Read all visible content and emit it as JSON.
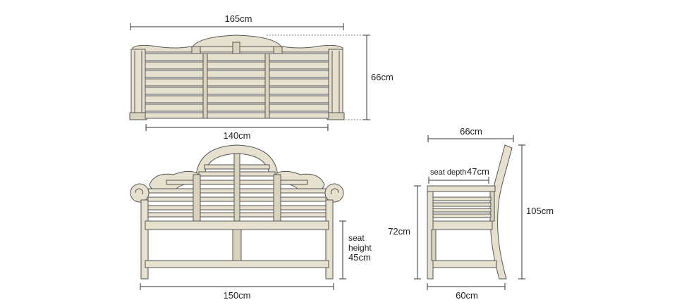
{
  "top_view": {
    "width_label": "165cm",
    "depth_label": "66cm",
    "inner_width_label": "140cm"
  },
  "front_view": {
    "width_label": "150cm",
    "seat_height_line1": "seat",
    "seat_height_line2": "height",
    "seat_height_value": "45cm"
  },
  "side_view": {
    "top_depth_label": "66cm",
    "seat_depth_prefix": "seat depth",
    "seat_depth_value": "47cm",
    "arm_height_label": "72cm",
    "total_height_label": "105cm",
    "base_depth_label": "60cm"
  }
}
